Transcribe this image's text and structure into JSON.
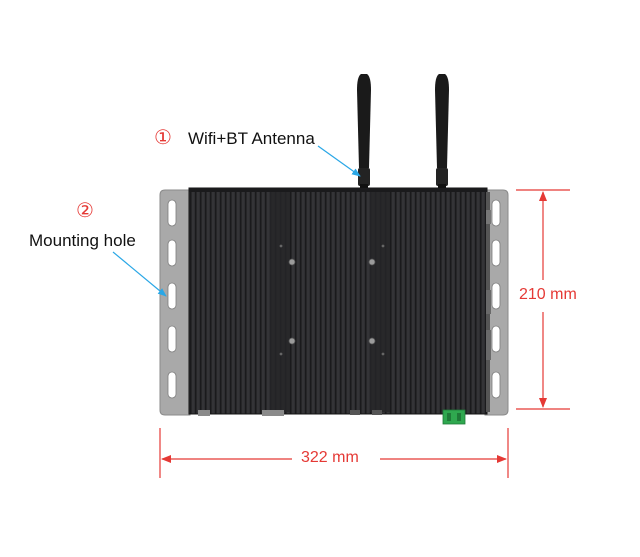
{
  "callouts": [
    {
      "number": "①",
      "label": "Wifi+BT Antenna"
    },
    {
      "number": "②",
      "label": "Mounting hole"
    }
  ],
  "dimensions": {
    "width": "322 mm",
    "height": "210 mm"
  },
  "colors": {
    "dimension_line": "#e53935",
    "leader_line": "#2aa7e6",
    "chassis": "#2b2b2d",
    "bracket": "#a9a9a9",
    "terminal": "#2fa84f"
  }
}
